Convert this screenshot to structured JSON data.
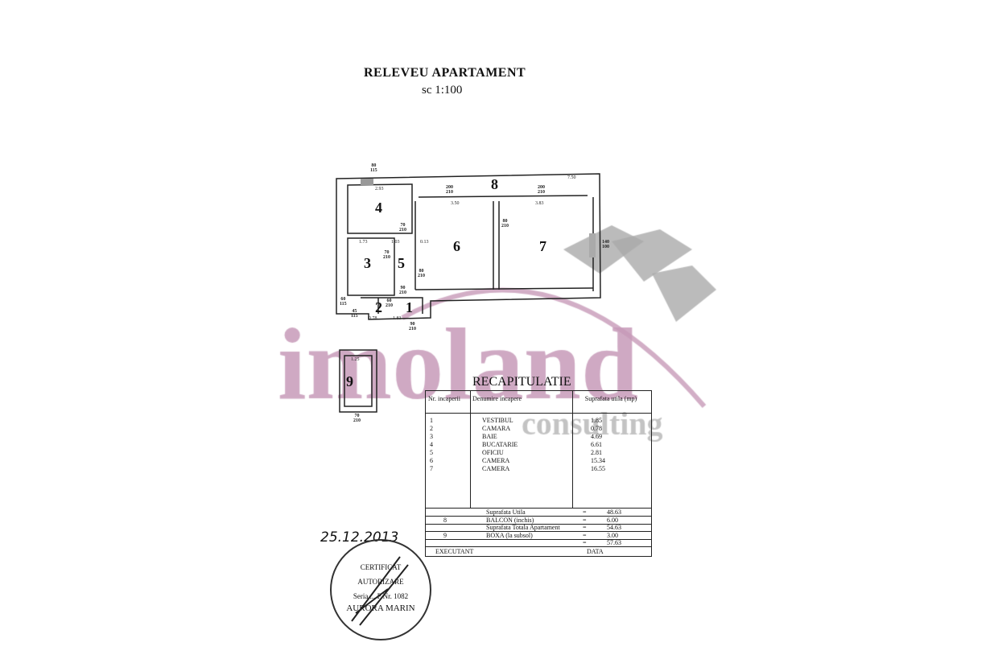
{
  "header": {
    "title": "RELEVEU APARTAMENT",
    "scale": "sc 1:100"
  },
  "plan": {
    "rooms": [
      "1",
      "2",
      "3",
      "4",
      "5",
      "6",
      "7",
      "8",
      "9"
    ],
    "dimensions": [
      "7.50",
      "2.93",
      "3.50",
      "3.83",
      "1.73",
      "1.03",
      "0.13",
      "1.83",
      "0.78",
      "1.25"
    ],
    "openings": [
      "80\n115",
      "200\n210",
      "200\n210",
      "70\n210",
      "70\n210",
      "80\n210",
      "80\n210",
      "90\n210",
      "60\n210",
      "90\n210",
      "60\n115",
      "45\n115",
      "140\n100",
      "70\n210"
    ]
  },
  "watermark": {
    "brand": "imoland",
    "sub": "consulting",
    "brand_color": "#c79ab8"
  },
  "recap": {
    "title": "RECAPITULATIE",
    "headers": [
      "Nr. incaperii",
      "Denumire incapere",
      "Suprafata utila (mp)"
    ],
    "rows": [
      {
        "nr": "1",
        "name": "VESTIBUL",
        "area": "1.85"
      },
      {
        "nr": "2",
        "name": "CAMARA",
        "area": "0.78"
      },
      {
        "nr": "3",
        "name": "BAIE",
        "area": "4.69"
      },
      {
        "nr": "4",
        "name": "BUCATARIE",
        "area": "6.61"
      },
      {
        "nr": "5",
        "name": "OFICIU",
        "area": "2.81"
      },
      {
        "nr": "6",
        "name": "CAMERA",
        "area": "15.34"
      },
      {
        "nr": "7",
        "name": "CAMERA",
        "area": "16.55"
      }
    ],
    "totals": [
      {
        "nr": "",
        "label": "Suprafata Utila",
        "eq": "=",
        "value": "48.63"
      },
      {
        "nr": "8",
        "label": "BALCON (inchis)",
        "eq": "=",
        "value": "6.00"
      },
      {
        "nr": "",
        "label": "Suprafata Totala Apartament",
        "eq": "=",
        "value": "54.63"
      },
      {
        "nr": "9",
        "label": "BOXA (la subsol)",
        "eq": "=",
        "value": "3.00"
      },
      {
        "nr": "",
        "label": "",
        "eq": "=",
        "value": "57.63"
      }
    ],
    "executant": "EXECUTANT",
    "data": "DATA"
  },
  "signature": {
    "date": "25.12.2013",
    "stamp": [
      "CERTIFICAT",
      "AUTORIZARE",
      "Seria ... P Nr. 1082",
      "AURORA MARIN"
    ]
  }
}
